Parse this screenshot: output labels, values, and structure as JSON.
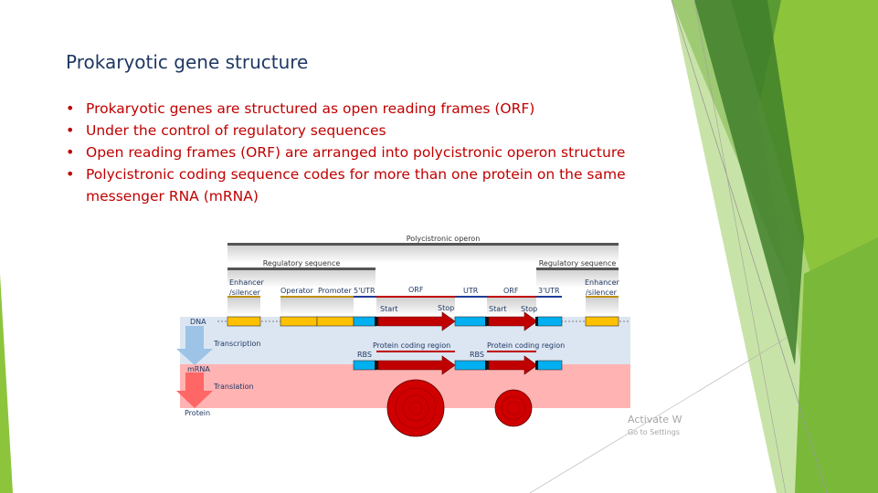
{
  "slide": {
    "title": "Prokaryotic gene structure",
    "bullets": [
      "Prokaryotic genes are structured as open reading frames (ORF)",
      "Under the control of regulatory sequences",
      "Open reading frames (ORF) are arranged into polycistronic operon structure",
      "Polycistronic coding sequence codes for more than one protein on the same messenger RNA (mRNA)"
    ]
  },
  "diagram": {
    "operon_label": "Polycistronic operon",
    "regulatory_left": "Regulatory sequence",
    "regulatory_right": "Regulatory sequence",
    "enhancer_left_1": "Enhancer",
    "enhancer_left_2": "/silencer",
    "operator": "Operator",
    "promoter": "Promoter",
    "utr5": "5'UTR",
    "orf1": "ORF",
    "utr_mid": "UTR",
    "orf2": "ORF",
    "utr3": "3'UTR",
    "enhancer_right_1": "Enhancer",
    "enhancer_right_2": "/silencer",
    "start1": "Start",
    "stop1": "Stop",
    "start2": "Start",
    "stop2": "Stop",
    "dna": "DNA",
    "transcription": "Transcription",
    "protein_coding_1": "Protein coding region",
    "protein_coding_2": "Protein coding region",
    "rbs1": "RBS",
    "rbs2": "RBS",
    "mrna": "mRNA",
    "translation": "Translation",
    "protein": "Protein"
  },
  "watermark": {
    "line1": "Activate W",
    "line2": "Go to Settings"
  },
  "colors": {
    "title": "#1f3864",
    "bullet_text": "#c00000",
    "green_dark": "#4e8a2c",
    "green_light": "#8cc43c",
    "orf_red": "#c00000",
    "utr_blue": "#00b0f0",
    "reg_yellow": "#ffc000",
    "dna_band": "#dce6f2",
    "mrna_band": "#ffb3b3"
  }
}
